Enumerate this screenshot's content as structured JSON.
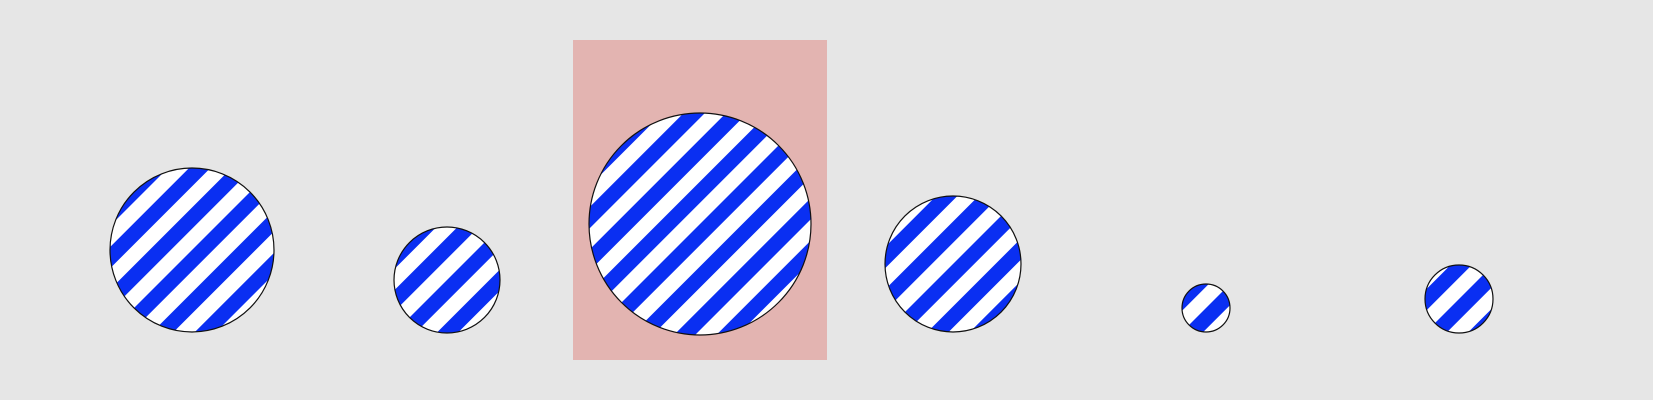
{
  "scene": {
    "background_color": "#e6e6e6",
    "highlight_color": "#e3b4b1",
    "stripe_color": "#0a2ff2",
    "stripe_bg_color": "#ffffff",
    "outline_color": "#111111",
    "circles": [
      {
        "name": "striped-circle-1",
        "highlighted": false
      },
      {
        "name": "striped-circle-2",
        "highlighted": false
      },
      {
        "name": "striped-circle-3",
        "highlighted": true
      },
      {
        "name": "striped-circle-4",
        "highlighted": false
      },
      {
        "name": "striped-circle-5",
        "highlighted": false
      },
      {
        "name": "striped-circle-6",
        "highlighted": false
      }
    ]
  }
}
